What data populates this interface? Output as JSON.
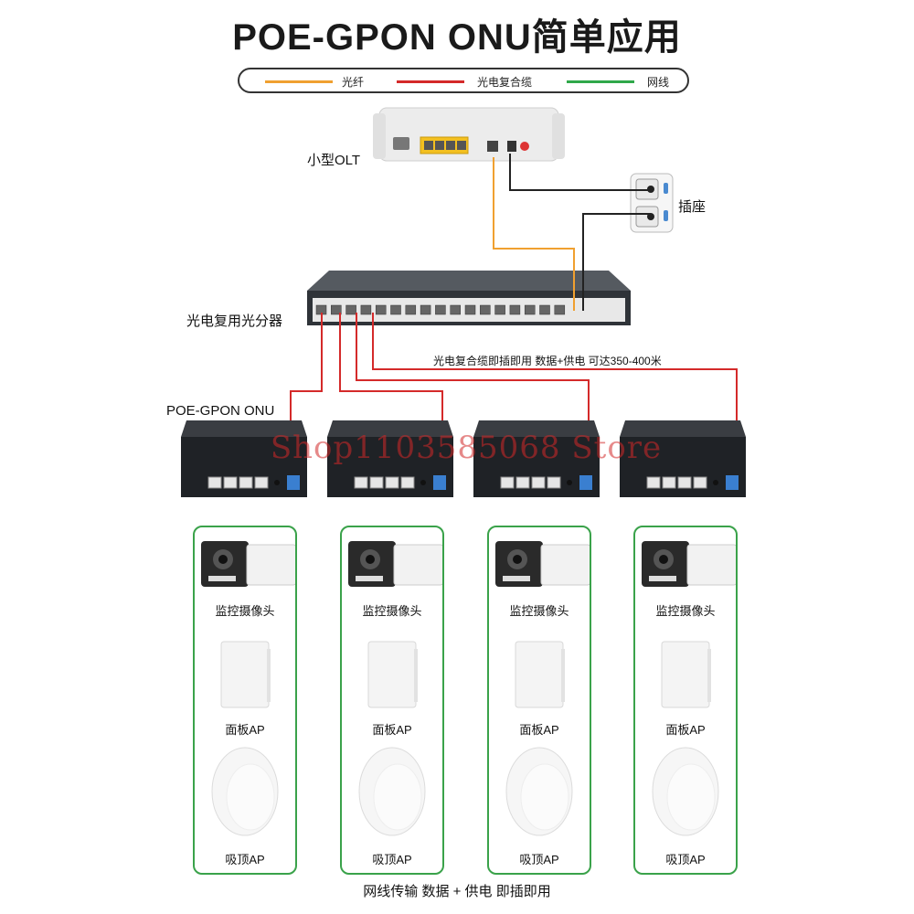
{
  "title": "POE-GPON ONU简单应用",
  "legend": {
    "items": [
      {
        "label": "光纤",
        "color": "#f0a030"
      },
      {
        "label": "光电复合缆",
        "color": "#d42a2a"
      },
      {
        "label": "网线",
        "color": "#2fa84a"
      }
    ]
  },
  "olt": {
    "label": "小型OLT"
  },
  "socket": {
    "label": "插座"
  },
  "splitter": {
    "label": "光电复用光分器"
  },
  "onu_group_label": "POE-GPON ONU",
  "cable_note": "光电复合缆即插即用 数据+供电 可达350-400米",
  "watermark": "Shop1103585068 Store",
  "devices": {
    "camera": "监控摄像头",
    "panel_ap": "面板AP",
    "ceiling_ap": "吸顶AP"
  },
  "bottom_note": "网线传输 数据 + 供电 即插即用",
  "colors": {
    "fiber": "#f0a030",
    "composite": "#d42a2a",
    "ethernet": "#2fa84a",
    "power": "#222222"
  }
}
